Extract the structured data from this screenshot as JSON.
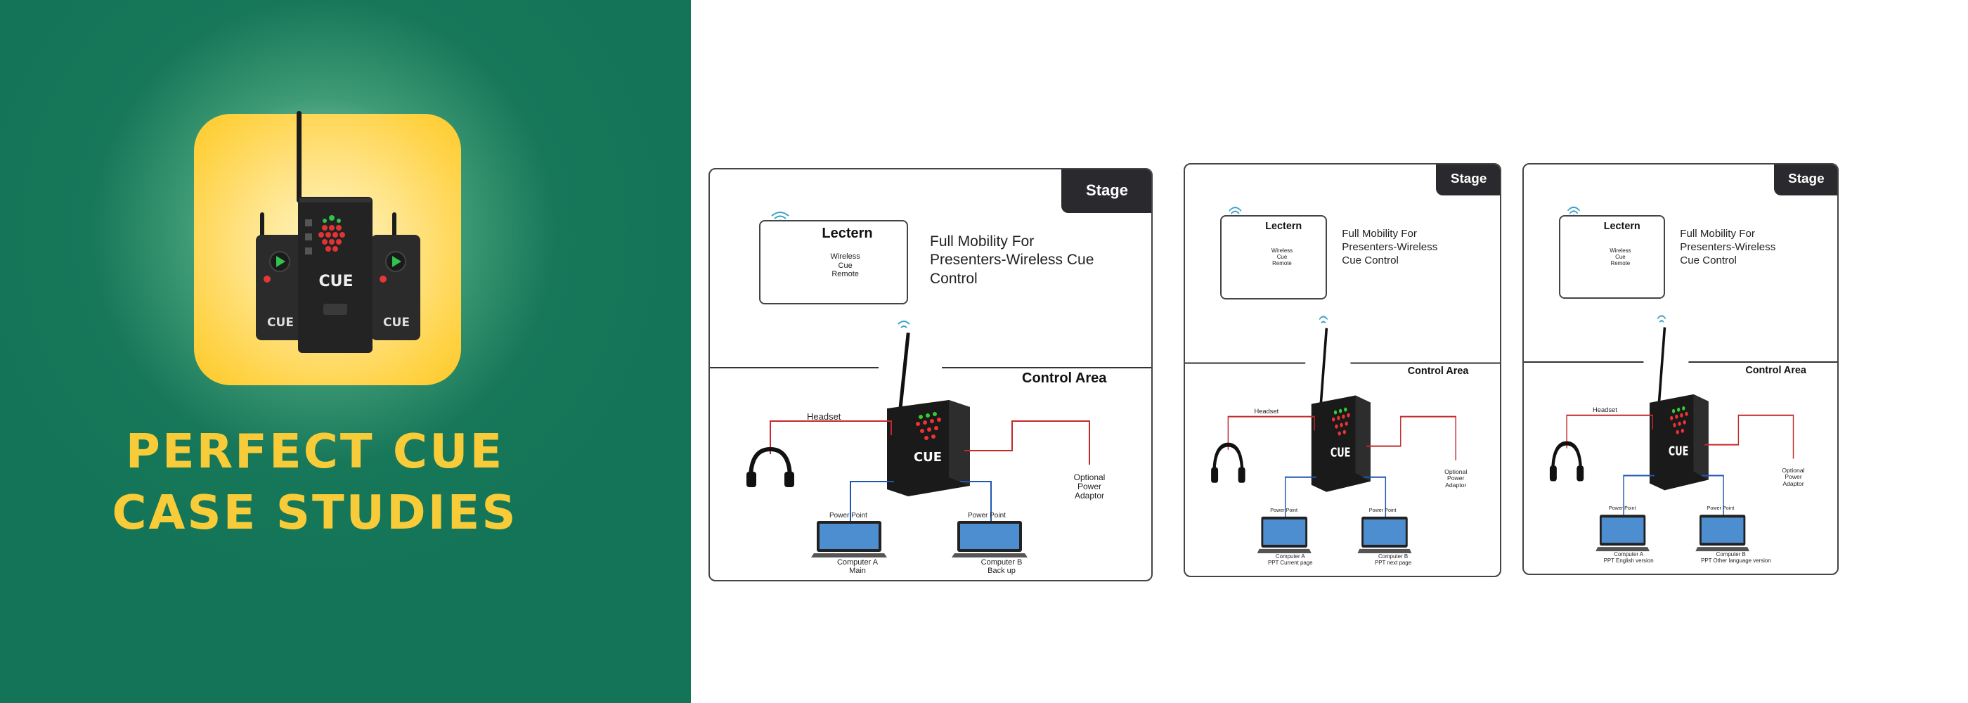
{
  "colors": {
    "green": "#137457",
    "yellow_text": "#f8cc39",
    "icon_yellow": "#ffd243"
  },
  "hero": {
    "title_line1": "PERFECT CUE",
    "title_line2": "CASE STUDIES",
    "device_label": "CUE",
    "icon": "cue-device-icon"
  },
  "diagrams": [
    {
      "stage": "Stage",
      "lectern": "Lectern",
      "remote_label": "Wireless Cue Remote",
      "remote_brand": "Cue",
      "mobility_text": "Full Mobility For Presenters-Wireless Cue Control",
      "control_area": "Control Area",
      "headset": "Headset",
      "optional_power": "Optional Power Adaptor",
      "device_label": "CUE",
      "computer_a_tag": "Power Point",
      "computer_b_tag": "Power Point",
      "computer_a": "Computer A",
      "computer_a_sub": "Main",
      "computer_b": "Computer B",
      "computer_b_sub": "Back up"
    },
    {
      "stage": "Stage",
      "lectern": "Lectern",
      "remote_label": "Wireless Cue Remote",
      "remote_brand": "Cue",
      "mobility_text": "Full Mobility For Presenters-Wireless Cue Control",
      "control_area": "Control Area",
      "headset": "Headset",
      "optional_power": "Optional Power Adaptor",
      "device_label": "CUE",
      "computer_a_tag": "Power Point",
      "computer_b_tag": "Power Point",
      "computer_a": "Computer A",
      "computer_a_sub": "PPT Current page",
      "computer_b": "Computer B",
      "computer_b_sub": "PPT next page"
    },
    {
      "stage": "Stage",
      "lectern": "Lectern",
      "remote_label": "Wireless Cue Remote",
      "remote_brand": "Cue",
      "mobility_text": "Full Mobility For Presenters-Wireless Cue Control",
      "control_area": "Control Area",
      "headset": "Headset",
      "optional_power": "Optional Power Adaptor",
      "device_label": "CUE",
      "computer_a_tag": "Power Point",
      "computer_b_tag": "Power Point",
      "computer_a": "Computer A",
      "computer_a_sub": "PPT English version",
      "computer_b": "Computer B",
      "computer_b_sub": "PPT Other language version"
    }
  ]
}
